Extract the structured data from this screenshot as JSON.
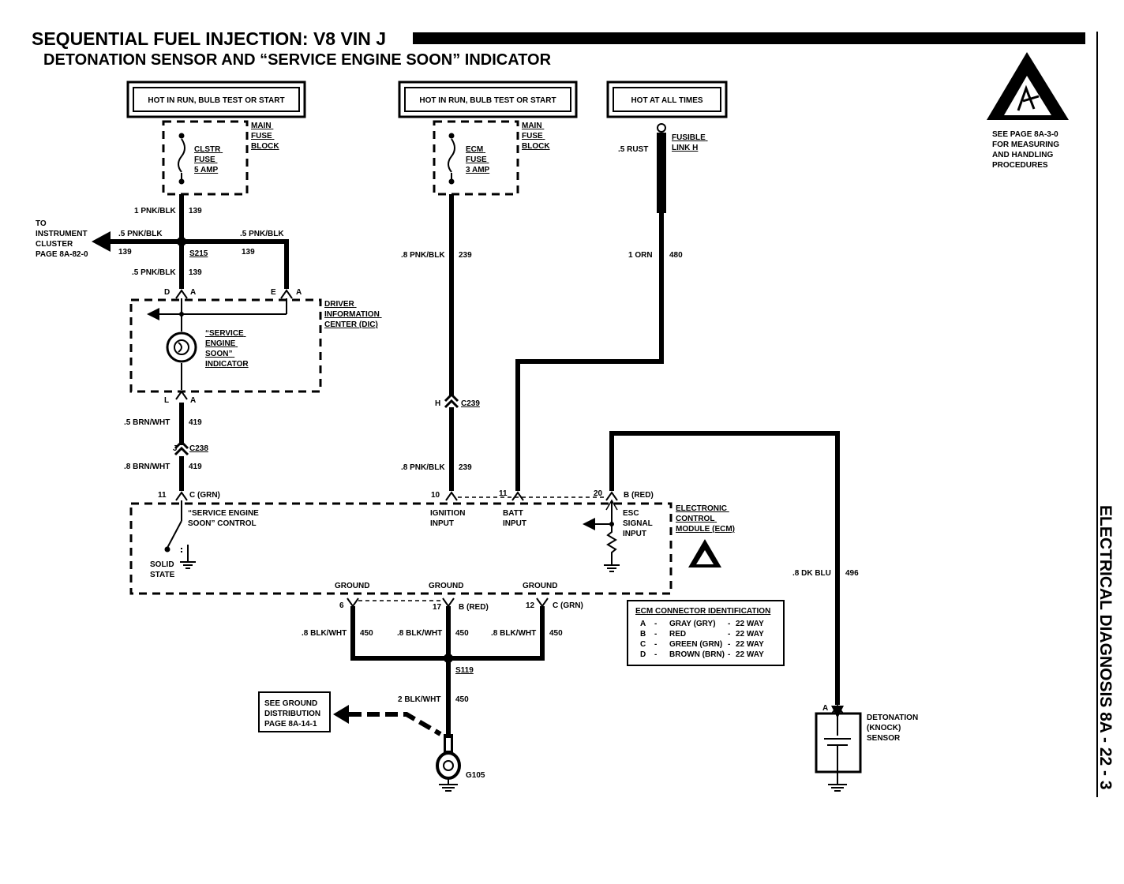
{
  "title": "SEQUENTIAL FUEL INJECTION:  V8  VIN J",
  "subtitle": "DETONATION SENSOR AND “SERVICE ENGINE SOON” INDICATOR",
  "side_label": "ELECTRICAL DIAGNOSIS  8A - 22 - 3",
  "esd_note": [
    "SEE PAGE 8A-3-0",
    "FOR MEASURING",
    "AND HANDLING",
    "PROCEDURES"
  ],
  "power_boxes": {
    "left": "HOT IN RUN, BULB TEST OR START",
    "mid": "HOT IN RUN, BULB TEST OR START",
    "right": "HOT AT ALL TIMES"
  },
  "fuse_block_label": [
    "MAIN",
    "FUSE",
    "BLOCK"
  ],
  "clstr_fuse": [
    "CLSTR",
    "FUSE",
    "5 AMP"
  ],
  "ecm_fuse": [
    "ECM",
    "FUSE",
    "3 AMP"
  ],
  "fusible_link": [
    "FUSIBLE",
    "LINK H"
  ],
  "instrument_cluster": [
    "TO",
    "INSTRUMENT",
    "CLUSTER",
    "PAGE 8A-82-0"
  ],
  "dic_label": [
    "DRIVER",
    "INFORMATION",
    "CENTER (DIC)"
  ],
  "ses_indicator": [
    "“SERVICE",
    "ENGINE",
    "SOON”",
    "INDICATOR"
  ],
  "ecm_label": [
    "ELECTRONIC",
    "CONTROL",
    "MODULE (ECM)"
  ],
  "ses_control": [
    "“SERVICE ENGINE",
    "SOON” CONTROL"
  ],
  "solid_state": [
    "SOLID",
    "STATE"
  ],
  "ignition_input": [
    "IGNITION",
    "INPUT"
  ],
  "batt_input": [
    "BATT",
    "INPUT"
  ],
  "esc_input": [
    "ESC",
    "SIGNAL",
    "INPUT"
  ],
  "knock_sensor": [
    "DETONATION",
    "(KNOCK)",
    "SENSOR"
  ],
  "ground_dist": [
    "SEE GROUND",
    "DISTRIBUTION",
    "PAGE 8A-14-1"
  ],
  "wires": {
    "pnk_1": "1 PNK/BLK",
    "pnk_5a": ".5 PNK/BLK",
    "pnk_5b": ".5 PNK/BLK",
    "pnk_5c": ".5 PNK/BLK",
    "c139": "139",
    "pnk_8": ".8 PNK/BLK",
    "c239": "239",
    "rust": ".5 RUST",
    "orn": "1 ORN",
    "c480": "480",
    "brn_5": ".5 BRN/WHT",
    "brn_8": ".8 BRN/WHT",
    "c419": "419",
    "dkblu": ".8 DK BLU",
    "c496": "496",
    "blk_8": ".8 BLK/WHT",
    "blk_2": "2 BLK/WHT",
    "c450": "450"
  },
  "splices": {
    "s215": "S215",
    "s119": "S119",
    "g105": "G105"
  },
  "connectors": {
    "c239": "C239",
    "c238": "C238",
    "h": "H",
    "j": "J",
    "d": "D",
    "a": "A",
    "e": "E",
    "l": "L",
    "p11": "11",
    "c_grn": "C (GRN)",
    "p10": "10",
    "p20": "20",
    "b_red": "B (RED)",
    "p6": "6",
    "p17": "17",
    "p12": "12",
    "b_red2": "B (RED)",
    "c_grn2": "C (GRN)",
    "ground": "GROUND"
  },
  "ecm_connector_table": {
    "title": "ECM CONNECTOR IDENTIFICATION",
    "rows": [
      {
        "pin": "A",
        "color": "GRAY (GRY)",
        "size": "22 WAY"
      },
      {
        "pin": "B",
        "color": "RED",
        "size": "22 WAY"
      },
      {
        "pin": "C",
        "color": "GREEN (GRN)",
        "size": "22 WAY"
      },
      {
        "pin": "D",
        "color": "BROWN (BRN)",
        "size": "22 WAY"
      }
    ]
  }
}
